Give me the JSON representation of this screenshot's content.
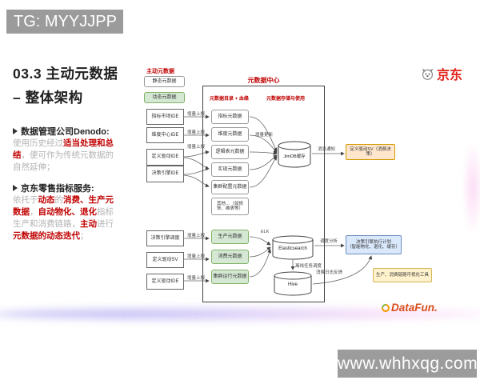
{
  "watermarks": {
    "tg": "TG: MYYJJPP",
    "site": "www.whhxqg.com"
  },
  "brand": {
    "jd": "京东",
    "datafun": "DataFun."
  },
  "colors": {
    "accent_red": "#c00000",
    "jd_red": "#e1251b",
    "green_fill": "#d5e8d4",
    "green_border": "#82b366",
    "tan_fill": "#ffe6cc",
    "blue_fill": "#dae8fc",
    "yellow_fill": "#fff2cc",
    "gray_text": "#b3b3b3"
  },
  "slide": {
    "title_line1": "03.3 主动元数据",
    "title_line2": "– 整体架构",
    "bullet1": {
      "heading": "数据管理公司Denodo:",
      "segs": [
        "使用历史经过",
        "适当处理和总结",
        "，便可作为传统元数据的自然延伸；"
      ]
    },
    "bullet2": {
      "heading": "京东零售指标服务:",
      "segs": [
        "依托于",
        "动态",
        "的",
        "消费、生产元数据",
        "，",
        "自动物化、退化",
        "指标生产和消费链路，",
        "主动",
        "进行",
        "元数据的动态迭代",
        "；"
      ]
    }
  },
  "diagram": {
    "legend": {
      "title": "主动元数据",
      "static": "静态元数据",
      "dynamic": "动态元数据"
    },
    "center_title": "元数据中心",
    "col1_header": "元数据目录 + 血缘",
    "col2_header": "元数据存储与使用",
    "sources_top": [
      "指标市场IDE",
      "维度中心IDE",
      "定义驱动IDE",
      "决策引擎IDE"
    ],
    "sources_bottom": [
      "决策引擎调度",
      "定义驱动SV",
      "定义驱动IDE"
    ],
    "catalog_top": [
      "指标元数据",
      "维度元数据",
      "逻辑表元数据",
      "实现元数据",
      "集群配置元数据"
    ],
    "catalog_other": "其他…（如修饰、维表等）",
    "catalog_bottom": [
      "生产元数据",
      "消费元数据",
      "集群运行元数据"
    ],
    "stores": {
      "jimdb": "JimDB缓存",
      "es": "Elasticsearch",
      "hive": "Hive"
    },
    "labels": {
      "incr_report": "增量上报",
      "incr_update": "增量更新",
      "msg_notify": "消息通知",
      "elk": "ELK",
      "sched_analysis": "调度分析",
      "offline_sched": "离线任务调度",
      "log_feedback": "消费日志反馈"
    },
    "right": {
      "consume_sv": "定义驱动SV（消费决策）",
      "exec_plan_1": "决策引擎执行计划",
      "exec_plan_2": "（智能物化、退化、缓存）",
      "tools": "生产、消费链路可视化工具"
    }
  }
}
